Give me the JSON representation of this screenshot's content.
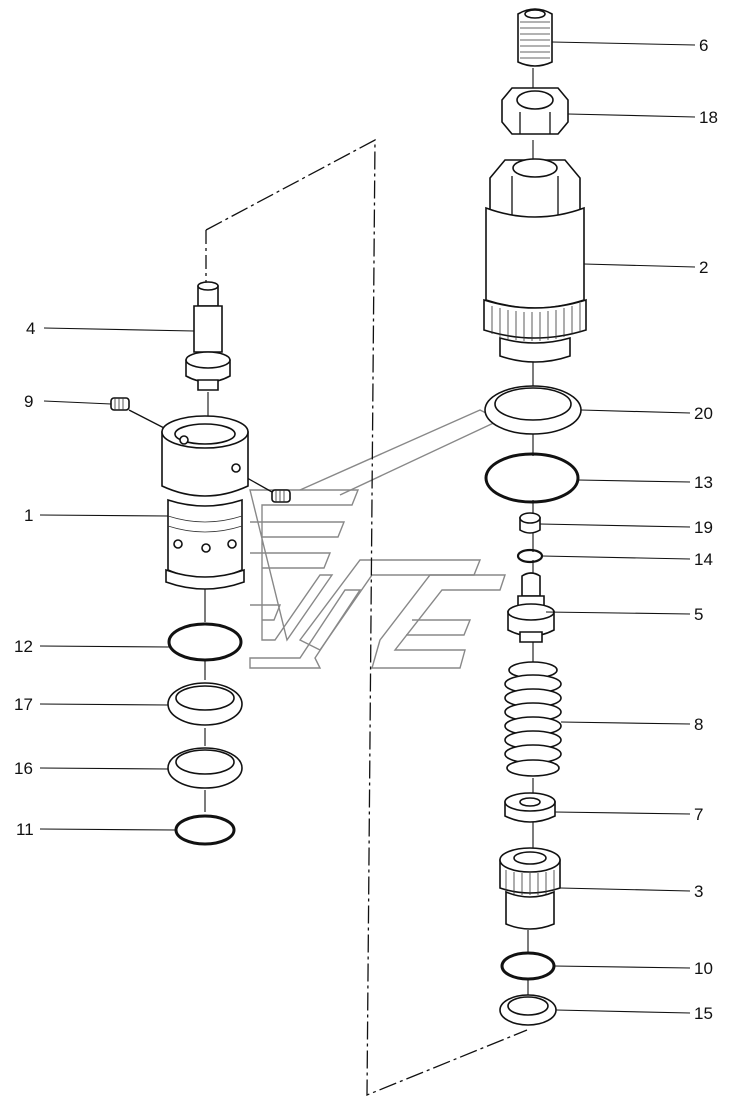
{
  "diagram": {
    "callouts": [
      {
        "id": "c6",
        "text": "6"
      },
      {
        "id": "c18",
        "text": "18"
      },
      {
        "id": "c2",
        "text": "2"
      },
      {
        "id": "c20",
        "text": "20"
      },
      {
        "id": "c13",
        "text": "13"
      },
      {
        "id": "c19",
        "text": "19"
      },
      {
        "id": "c14",
        "text": "14"
      },
      {
        "id": "c5",
        "text": "5"
      },
      {
        "id": "c8",
        "text": "8"
      },
      {
        "id": "c7",
        "text": "7"
      },
      {
        "id": "c3",
        "text": "3"
      },
      {
        "id": "c10",
        "text": "10"
      },
      {
        "id": "c15",
        "text": "15"
      },
      {
        "id": "c4",
        "text": "4"
      },
      {
        "id": "c9",
        "text": "9"
      },
      {
        "id": "c1",
        "text": "1"
      },
      {
        "id": "c12",
        "text": "12"
      },
      {
        "id": "c17",
        "text": "17"
      },
      {
        "id": "c16",
        "text": "16"
      },
      {
        "id": "c11",
        "text": "11"
      }
    ]
  }
}
